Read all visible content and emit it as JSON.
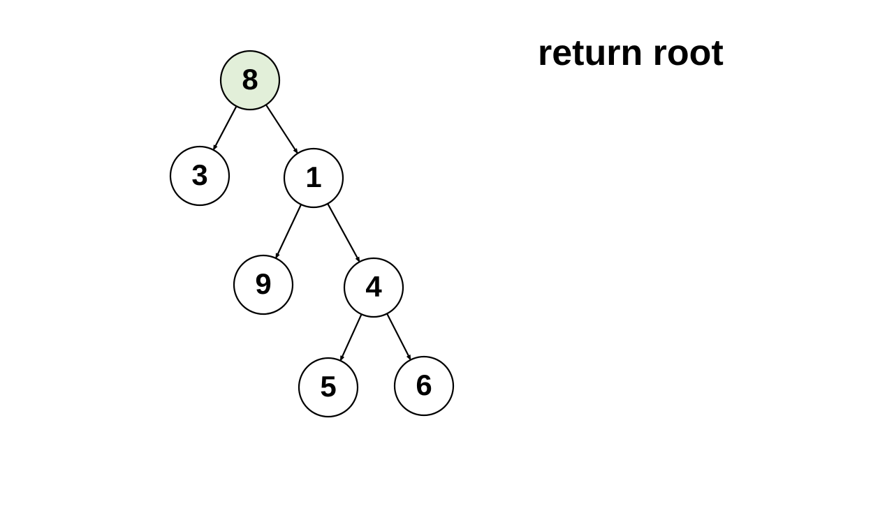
{
  "caption": "return root",
  "colors": {
    "highlight_fill": "#e2efd9",
    "node_fill": "#ffffff",
    "stroke": "#000000"
  },
  "tree": {
    "nodes": [
      {
        "id": "n8",
        "label": "8",
        "highlighted": true
      },
      {
        "id": "n3",
        "label": "3",
        "highlighted": false
      },
      {
        "id": "n1",
        "label": "1",
        "highlighted": false
      },
      {
        "id": "n9",
        "label": "9",
        "highlighted": false
      },
      {
        "id": "n4",
        "label": "4",
        "highlighted": false
      },
      {
        "id": "n5",
        "label": "5",
        "highlighted": false
      },
      {
        "id": "n6",
        "label": "6",
        "highlighted": false
      }
    ],
    "edges": [
      {
        "from": "n8",
        "to": "n3"
      },
      {
        "from": "n8",
        "to": "n1"
      },
      {
        "from": "n1",
        "to": "n9"
      },
      {
        "from": "n1",
        "to": "n4"
      },
      {
        "from": "n4",
        "to": "n5"
      },
      {
        "from": "n4",
        "to": "n6"
      }
    ]
  }
}
